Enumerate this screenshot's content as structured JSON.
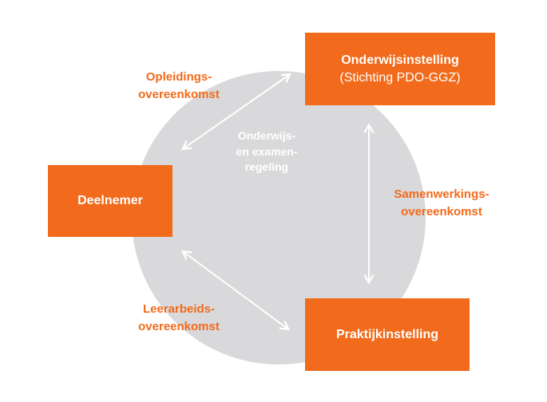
{
  "diagram": {
    "nodes": {
      "onderwijsinstelling": {
        "title": "Onderwijsinstelling",
        "subtitle": "(Stichting PDO-GGZ)"
      },
      "deelnemer": {
        "title": "Deelnemer"
      },
      "praktijkinstelling": {
        "title": "Praktijkinstelling"
      }
    },
    "relations": {
      "opleidingsovereenkomst": {
        "line1": "Opleidings-",
        "line2": "overeenkomst"
      },
      "samenwerkingsovereenkomst": {
        "line1": "Samenwerkings-",
        "line2": "overeenkomst"
      },
      "leerarbeidsovereenkomst": {
        "line1": "Leerarbeids-",
        "line2": "overeenkomst"
      }
    },
    "center_label": {
      "line1": "Onderwijs-",
      "line2": "en examen-",
      "line3": "regeling"
    },
    "colors": {
      "accent": "#f26a1b",
      "circle": "#d9d9db",
      "arrow": "#ffffff"
    }
  }
}
